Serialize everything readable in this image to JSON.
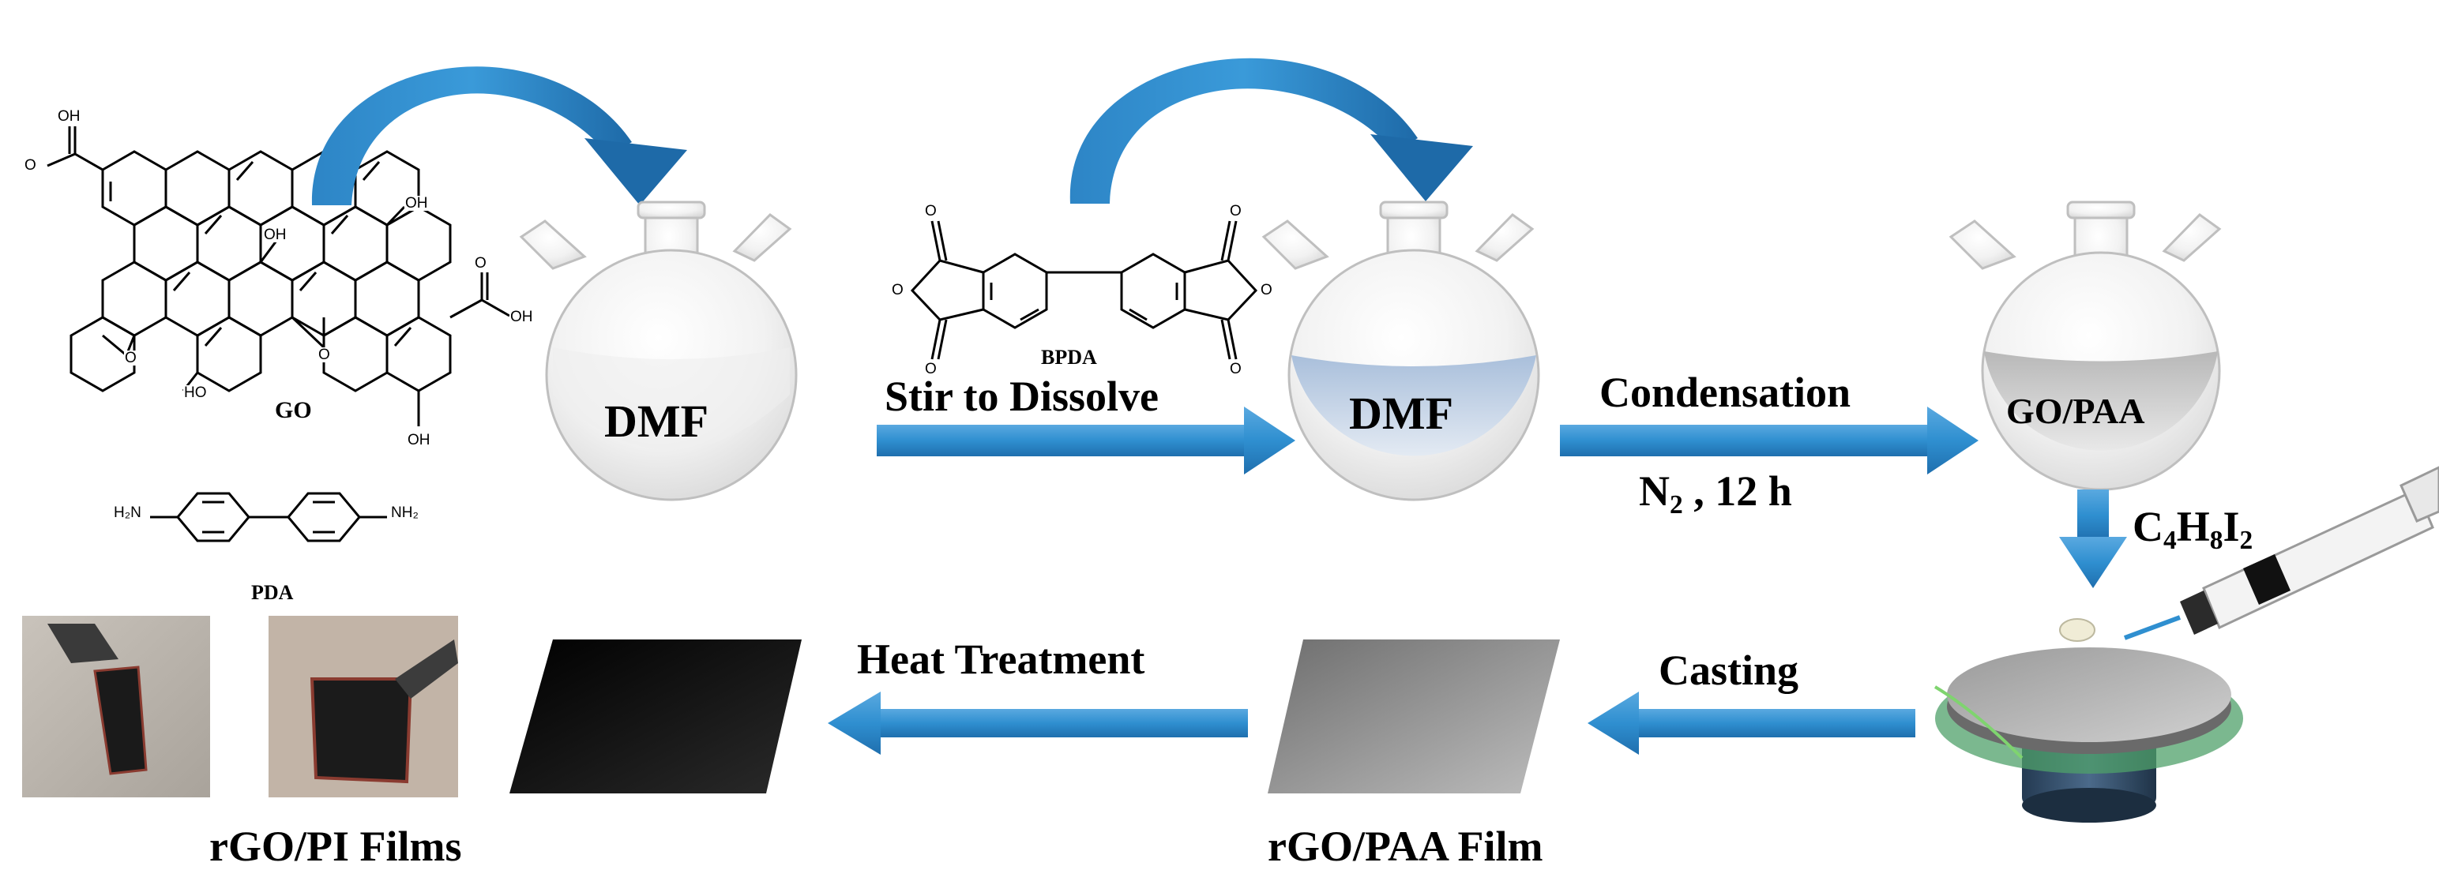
{
  "diagram": {
    "materials": {
      "go_label": "GO",
      "go_groups": {
        "oh": "OH",
        "ho": "HO",
        "oh_acid": "OH",
        "o": "O"
      },
      "bpda_label": "BPDA",
      "pda_label": "PDA",
      "pda_amines": {
        "left": "H₂N",
        "right": "NH₂"
      },
      "bpda_atoms": {
        "o": "O"
      }
    },
    "flasks": [
      {
        "id": "flask-1",
        "label": "DMF",
        "liquid": false
      },
      {
        "id": "flask-2",
        "label": "DMF",
        "liquid": true,
        "liquid_color": "#b7c9df"
      },
      {
        "id": "flask-3",
        "label": "GO/PAA",
        "liquid": true,
        "liquid_color": "#c9c9c9"
      }
    ],
    "steps": {
      "stir": "Stir to Dissolve",
      "condensation": "Condensation",
      "condition_main": "N",
      "condition_sub": "2",
      "condition_tail": " , 12 h",
      "reagent_c": "C",
      "reagent_c_sub": "4",
      "reagent_h": "H",
      "reagent_h_sub": "8",
      "reagent_i": "I",
      "reagent_i_sub": "2",
      "casting": "Casting",
      "heat": "Heat Treatment"
    },
    "films": {
      "paa": "rGO/PAA Film",
      "pi": "rGO/PI Films"
    },
    "colors": {
      "arrow": "#2f8fd0",
      "arrow_dark": "#1f6fae",
      "black_film": "#000000",
      "grey_film": "#8a8a8a"
    }
  }
}
